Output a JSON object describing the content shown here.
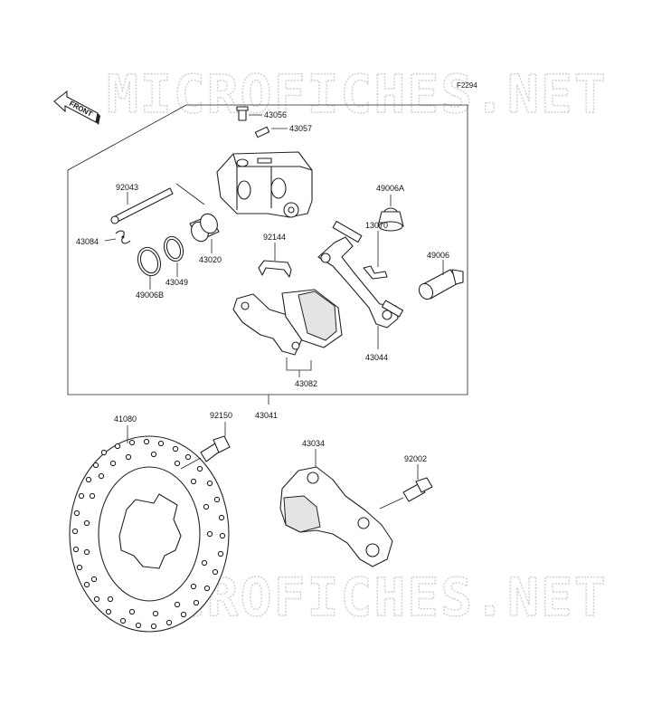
{
  "watermark": "MICROFICHES.NET",
  "figure_code": "F2294",
  "front_label": "FRONT",
  "labels": {
    "p43056": "43056",
    "p43057": "43057",
    "p92043": "92043",
    "p43084": "43084",
    "p43020": "43020",
    "p43049": "43049",
    "p49006b": "49006B",
    "p92144": "92144",
    "p49006a": "49006A",
    "p13070": "13070",
    "p49006": "49006",
    "p43044": "43044",
    "p43082": "43082",
    "p43041": "43041",
    "p41080": "41080",
    "p92150": "92150",
    "p43034": "43034",
    "p92002": "92002"
  }
}
